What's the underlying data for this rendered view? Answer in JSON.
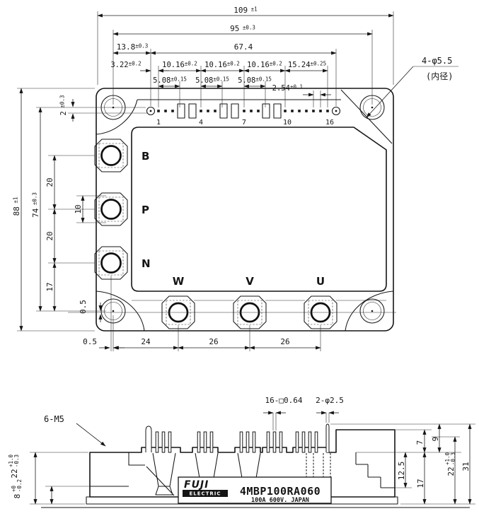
{
  "top_view": {
    "dims": {
      "overall_width": {
        "v": "109",
        "t": " ±1"
      },
      "hole_span_h": {
        "v": "95",
        "t": " ±0.3"
      },
      "d13_8": {
        "v": "13.8",
        "t": "±0.3"
      },
      "d67_4": "67.4",
      "d3_22": {
        "v": "3.22",
        "t": "±0.2"
      },
      "d10_16": {
        "v": "10.16",
        "t": "±0.2"
      },
      "d5_08": {
        "v": "5.08",
        "t": "±0.15"
      },
      "d15_24": {
        "v": "15.24",
        "t": "±0.25"
      },
      "d2_54": {
        "v": "2.54",
        "t": "±0.1"
      },
      "overall_height": {
        "v": "88",
        "t": " ±1"
      },
      "hole_span_v": {
        "v": "74",
        "t": " ±0.3"
      },
      "d2": {
        "v": "2",
        "t": " ±0.3"
      },
      "d20a": "20",
      "d10": "10",
      "d20b": "20",
      "d17": "17",
      "d0_5_left": "0.5",
      "d0_5_bottom": "0.5",
      "d24": "24",
      "d26a": "26",
      "d26b": "26"
    },
    "pin_numbers": {
      "n1": "1",
      "n4": "4",
      "n7": "7",
      "n10": "10",
      "n16": "16"
    },
    "terminals": {
      "B": "B",
      "P": "P",
      "N": "N",
      "W": "W",
      "V": "V",
      "U": "U"
    },
    "hole_note": {
      "line1": "4-φ5.5",
      "line2": "(内径)"
    }
  },
  "side_view": {
    "notes": {
      "m5": "6-M5",
      "square_pins": "16-□0.64",
      "round_pins": "2-φ2.5"
    },
    "dims": {
      "d7": "7",
      "d9": "9",
      "d12_5": "12.5",
      "d17": "17",
      "d31": "31",
      "d22_right": {
        "v": "22",
        "plus": "+1.0",
        "minus": "-0.3"
      },
      "d22_left": {
        "v": "22",
        "plus": "+1.0",
        "minus": "-0.3"
      },
      "d8_left": {
        "v": "8",
        "plus": "+0",
        "minus": "-0.2"
      }
    },
    "nameplate": {
      "brand_line1": "FUJI",
      "brand_line2": "ELECTRIC",
      "part_number": "4MBP100RA060",
      "rating": "100A 600V. JAPAN"
    }
  }
}
